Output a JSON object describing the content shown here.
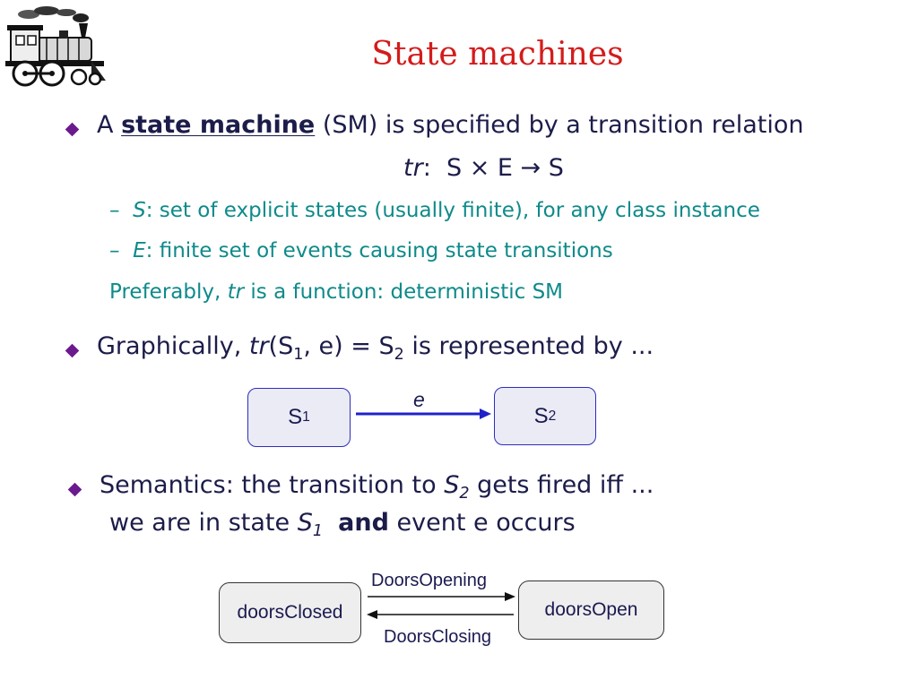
{
  "slide": {
    "title": "State machines",
    "logo_icon": "steam-locomotive-icon",
    "bullet1": {
      "prefix": "A ",
      "term": "state machine",
      "rest": " (SM) is specified by a transition relation"
    },
    "formula": {
      "tr": "tr",
      "colon": ":",
      "body": "S × E → S"
    },
    "sub_items": [
      {
        "dash": "–",
        "key": "S",
        "text": ":  set of explicit states (usually finite), for any class instance"
      },
      {
        "dash": "–",
        "key": "E",
        "text": ":  finite set of events causing state transitions"
      }
    ],
    "preferably": {
      "a": "Preferably, ",
      "tr": "tr",
      "b": " is a function:  deterministic SM"
    },
    "bullet2": {
      "a": "Graphically, ",
      "tr": "tr",
      "b": "(S",
      "s1": "1",
      "c": ", e) = S",
      "s2": "2",
      "d": "   is represented by ..."
    },
    "diagram1": {
      "state1": "S",
      "state1_sub": "1",
      "state2": "S",
      "state2_sub": "2",
      "event": "e"
    },
    "bullet3": {
      "a": "Semantics:  the transition to ",
      "s": "S",
      "s_sub": "2",
      "b": "  gets fired iff ..."
    },
    "line2": {
      "a": "we are in state ",
      "s": "S",
      "s_sub": "1",
      "and": "and",
      "b": " event e occurs"
    },
    "diagram2": {
      "state1": "doorsClosed",
      "state2": "doorsOpen",
      "event_forward": "DoorsOpening",
      "event_back": "DoorsClosing"
    },
    "colors": {
      "title": "#d41b1b",
      "bullet": "#6b1a8e",
      "sub_text": "#0f8a8a",
      "arrow": "#1f22c9"
    }
  }
}
